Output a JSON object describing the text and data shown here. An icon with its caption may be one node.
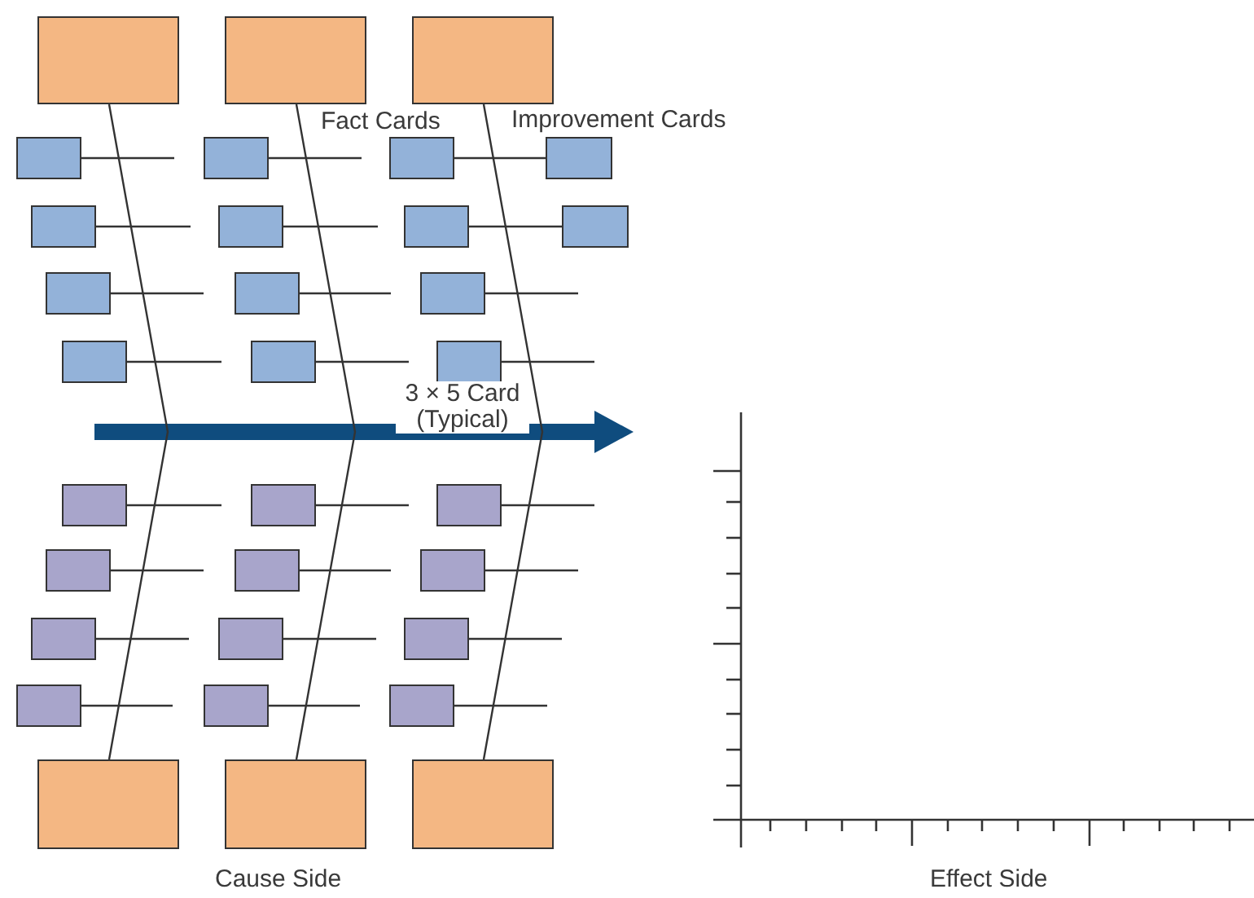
{
  "diagram": {
    "nodes": [
      {
        "text": [],
        "shape": "box"
      },
      {
        "text": [],
        "shape": "box"
      },
      {
        "text": [],
        "shape": "box"
      },
      {
        "text": [],
        "shape": "box"
      },
      {
        "text": [],
        "shape": "box"
      },
      {
        "text": [],
        "shape": "box"
      },
      {
        "text": [],
        "shape": "box"
      },
      {
        "text": [],
        "shape": "box"
      },
      {
        "text": [],
        "shape": "box"
      },
      {
        "text": [],
        "shape": "box"
      },
      {
        "text": [],
        "shape": "box"
      },
      {
        "text": [],
        "shape": "box"
      },
      {
        "text": [],
        "shape": "box"
      },
      {
        "text": [],
        "shape": "box"
      },
      {
        "text": [],
        "shape": "box"
      },
      {
        "text": [],
        "shape": "box"
      },
      {
        "text": [],
        "shape": "box"
      },
      {
        "text": [],
        "shape": "box"
      },
      {
        "text": [],
        "shape": "box"
      },
      {
        "text": [],
        "shape": "box"
      },
      {
        "text": [],
        "shape": "box"
      },
      {
        "text": [],
        "shape": "box"
      },
      {
        "text": [],
        "shape": "box"
      },
      {
        "text": [],
        "shape": "box"
      },
      {
        "text": [],
        "shape": "box"
      },
      {
        "text": [],
        "shape": "box"
      },
      {
        "text": [],
        "shape": "box"
      },
      {
        "text": [],
        "shape": "box"
      },
      {
        "text": [],
        "shape": "box"
      },
      {
        "text": [],
        "shape": "box"
      },
      {
        "text": [],
        "shape": "box"
      },
      {
        "text": [],
        "shape": "box"
      }
    ],
    "edges": [
      {
        "from": 0,
        "to": 29,
        "arrow": "none"
      },
      {
        "from": 1,
        "to": 30,
        "arrow": "none"
      },
      {
        "from": 2,
        "to": 31,
        "arrow": "none"
      },
      {
        "from": 3,
        "to": null,
        "arrow": "none"
      },
      {
        "from": 4,
        "to": null,
        "arrow": "none"
      },
      {
        "from": 5,
        "to": 6,
        "arrow": "none"
      },
      {
        "from": 7,
        "to": null,
        "arrow": "none"
      },
      {
        "from": 8,
        "to": null,
        "arrow": "none"
      },
      {
        "from": 9,
        "to": 10,
        "arrow": "none"
      },
      {
        "from": 11,
        "to": null,
        "arrow": "none"
      },
      {
        "from": 12,
        "to": null,
        "arrow": "none"
      },
      {
        "from": 13,
        "to": null,
        "arrow": "none"
      },
      {
        "from": 14,
        "to": null,
        "arrow": "none"
      },
      {
        "from": 15,
        "to": null,
        "arrow": "none"
      },
      {
        "from": 16,
        "to": null,
        "arrow": "none"
      },
      {
        "from": 17,
        "to": null,
        "arrow": "none"
      },
      {
        "from": 18,
        "to": null,
        "arrow": "none"
      },
      {
        "from": 19,
        "to": null,
        "arrow": "none"
      },
      {
        "from": 20,
        "to": null,
        "arrow": "none"
      },
      {
        "from": 21,
        "to": null,
        "arrow": "none"
      },
      {
        "from": 22,
        "to": null,
        "arrow": "none"
      },
      {
        "from": 23,
        "to": null,
        "arrow": "none"
      },
      {
        "from": 24,
        "to": null,
        "arrow": "none"
      },
      {
        "from": 25,
        "to": null,
        "arrow": "none"
      },
      {
        "from": 26,
        "to": null,
        "arrow": "none"
      },
      {
        "from": 27,
        "to": null,
        "arrow": "none"
      },
      {
        "from": 28,
        "to": null,
        "arrow": "none"
      }
    ],
    "labels": [
      "Fact Cards",
      "Improvement Cards",
      "3 × 5 Card (Typical)",
      "Cause Side",
      "Effect Side"
    ]
  }
}
